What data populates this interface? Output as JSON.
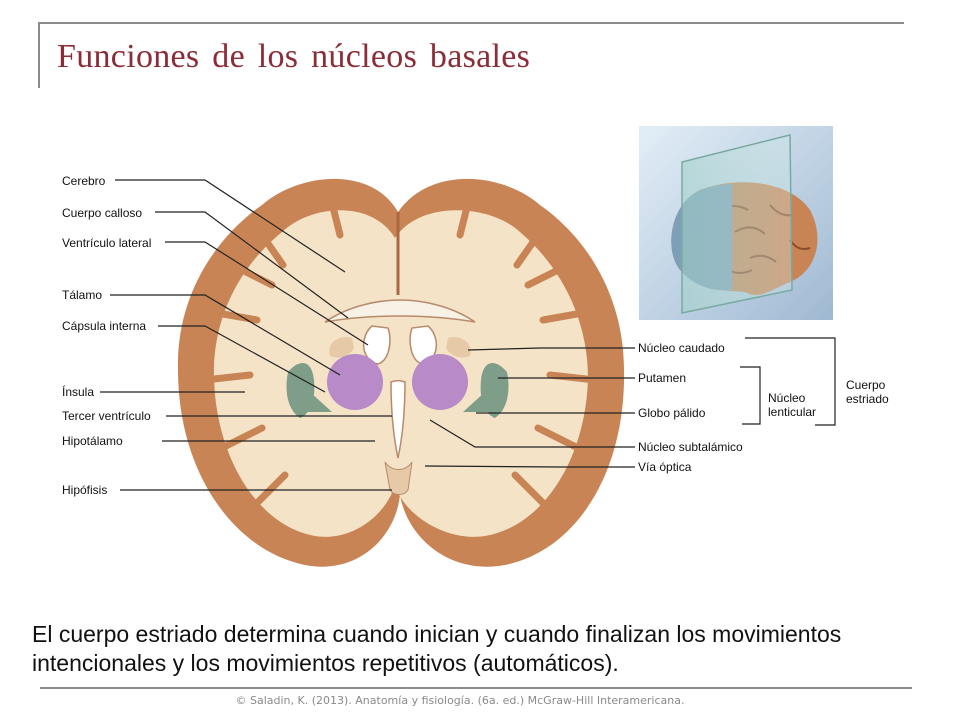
{
  "slide": {
    "title": "Funciones de los núcleos basales",
    "caption": "El cuerpo estriado determina cuando inician y cuando finalizan los movimientos intencionales y los movimientos repetitivos (automáticos).",
    "credit": "© Saladin, K. (2013). Anatomía y fisiología. (6a. ed.) McGraw-Hill Interamericana."
  },
  "diagram": {
    "left_labels": [
      "Cerebro",
      "Cuerpo calloso",
      "Ventrículo lateral",
      "Tálamo",
      "Cápsula interna",
      "Ínsula",
      "Tercer ventrículo",
      "Hipotálamo",
      "Hipófisis"
    ],
    "right_labels": [
      "Núcleo caudado",
      "Putamen",
      "Globo pálido",
      "Núcleo subtalámico",
      "Vía óptica"
    ],
    "groups": {
      "lenticular": [
        "Núcleo",
        "lenticular"
      ],
      "striatum": [
        "Cuerpo",
        "estriado"
      ]
    }
  }
}
